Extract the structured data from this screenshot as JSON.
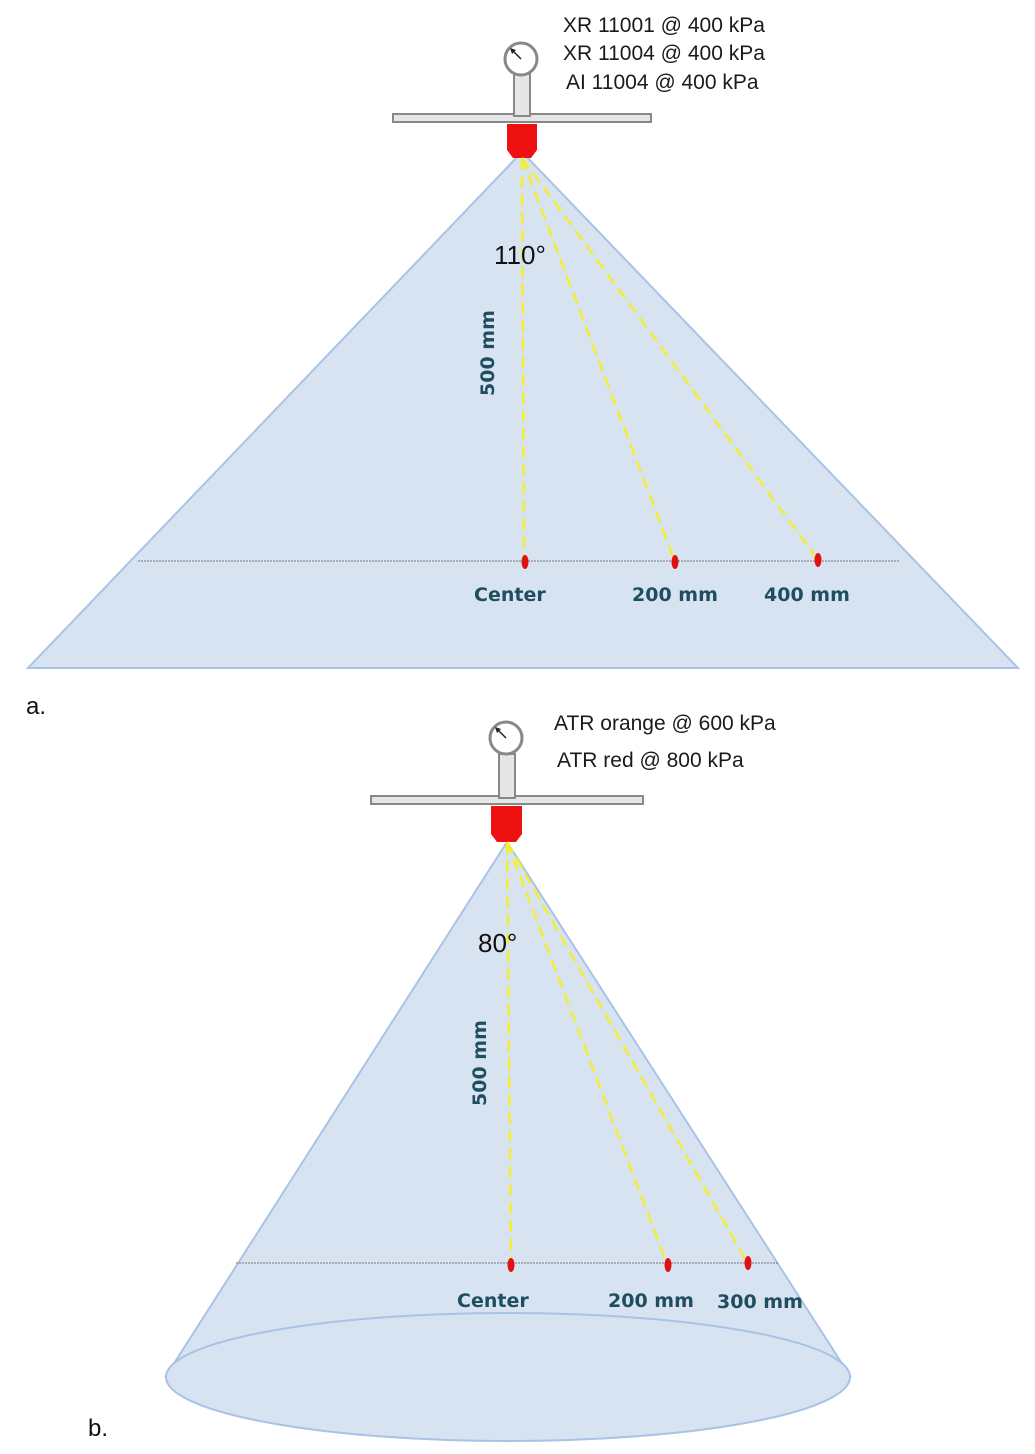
{
  "panel_a": {
    "label": "a.",
    "nozzles": [
      "XR 11001 @ 400 kPa",
      "XR 11004 @ 400 kPa",
      "AI 11004 @ 400 kPa"
    ],
    "angle": "110°",
    "height": "500 mm",
    "positions": [
      "Center",
      "200 mm",
      "400 mm"
    ]
  },
  "panel_b": {
    "label": "b.",
    "nozzles": [
      "ATR orange @ 600 kPa",
      "ATR red @ 800 kPa"
    ],
    "angle": "80°",
    "height": "500 mm",
    "positions": [
      "Center",
      "200 mm",
      "300 mm"
    ]
  },
  "colors": {
    "spray": "#d8e3f2",
    "spray_edge": "#a9c3e6",
    "nozzle": "#ee1111",
    "trace": "#f2ee33",
    "sample_point": "#e01010",
    "boom": "#e6e6e6"
  }
}
